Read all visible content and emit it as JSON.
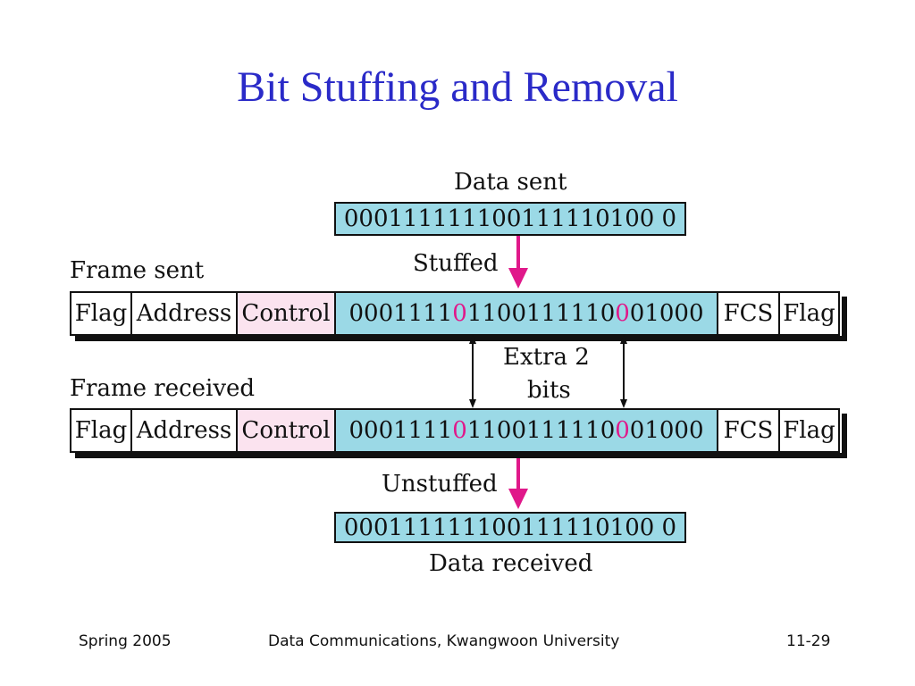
{
  "slide": {
    "title": "Bit Stuffing and Removal"
  },
  "diagram": {
    "data_sent_label": "Data sent",
    "data_sent_bits": "000111111100111110100 0",
    "stuffed_label": "Stuffed",
    "frame_sent_label": "Frame sent",
    "frame_received_label": "Frame received",
    "extra_bits_line1": "Extra 2",
    "extra_bits_line2": "bits",
    "unstuffed_label": "Unstuffed",
    "data_received_bits": "000111111100111110100 0",
    "data_received_label": "Data received",
    "fields": {
      "flag": "Flag",
      "address": "Address",
      "control": "Control",
      "fcs": "FCS"
    },
    "stuffed_data": {
      "part1": "0001111",
      "stuffed_bit_1": "0",
      "part2": "1100111110",
      "stuffed_bit_2": "0",
      "part3": "01000"
    },
    "colors": {
      "title": "#2a2ac8",
      "data_fill": "#9bd9e6",
      "control_fill": "#fbe3ef",
      "stuffed_bit": "#e0188a",
      "arrow": "#e0188a"
    }
  },
  "footer": {
    "left": "Spring 2005",
    "center": "Data Communications, Kwangwoon University",
    "right": "11-29"
  }
}
